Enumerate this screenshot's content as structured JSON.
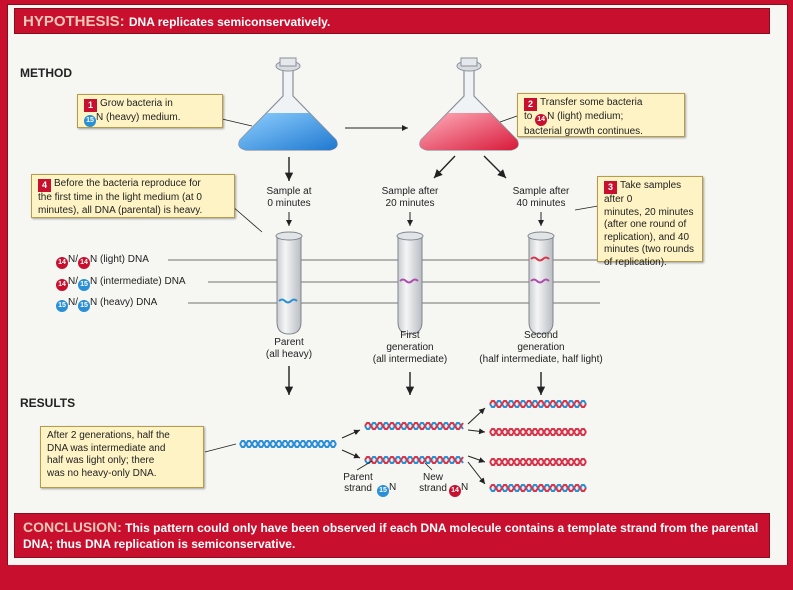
{
  "hypothesis": {
    "keyword": "HYPOTHESIS:",
    "text": "DNA replicates semiconservatively."
  },
  "sections": {
    "method": "METHOD",
    "results": "RESULTS"
  },
  "isotopes": {
    "n14": "14",
    "n15": "15",
    "n_letter": "N"
  },
  "steps": {
    "s1": {
      "num": "1",
      "pre": "Grow bacteria in",
      "post": "N (heavy) medium."
    },
    "s2": {
      "num": "2",
      "pre": "Transfer some bacteria",
      "line2_pre": "to",
      "line2_post": "N (light) medium;",
      "line3": "bacterial growth continues."
    },
    "s3": {
      "num": "3",
      "lines": [
        "Take samples after 0",
        "minutes, 20 minutes",
        "(after one round of",
        "replication), and 40",
        "minutes (two rounds",
        "of replication)."
      ]
    },
    "s4": {
      "num": "4",
      "lines": [
        "Before the bacteria reproduce for",
        "the first time in the light medium (at 0",
        "minutes), all DNA (parental) is heavy."
      ]
    }
  },
  "samples": [
    {
      "line1": "Sample at",
      "line2": "0 minutes"
    },
    {
      "line1": "Sample after",
      "line2": "20 minutes"
    },
    {
      "line1": "Sample after",
      "line2": "40 minutes"
    }
  ],
  "bands": {
    "light": "N (light) DNA",
    "intermediate": "N (intermediate) DNA",
    "heavy": "N (heavy) DNA",
    "slash": "N/"
  },
  "tubes": [
    {
      "line1": "Parent",
      "line2": "(all heavy)"
    },
    {
      "line1": "First",
      "line2": "generation",
      "line3": "(all intermediate)"
    },
    {
      "line1": "Second",
      "line2": "generation",
      "line3": "(half intermediate, half light)"
    }
  ],
  "results_note": [
    "After 2 generations, half the",
    "DNA was intermediate and",
    "half was light only; there",
    "was no heavy-only DNA."
  ],
  "strands": {
    "parent_l1": "Parent",
    "parent_l2": "strand",
    "new_l1": "New",
    "new_l2": "strand"
  },
  "conclusion": {
    "keyword": "CONCLUSION:",
    "text": "This pattern could only have been observed if each DNA molecule contains a template strand from the parental DNA; thus DNA replication is semiconservative."
  },
  "colors": {
    "banner": "#c8102e",
    "heavy_strand": "#2b8fd6",
    "light_strand": "#d8344a",
    "note_bg": "#fdf3c4"
  }
}
